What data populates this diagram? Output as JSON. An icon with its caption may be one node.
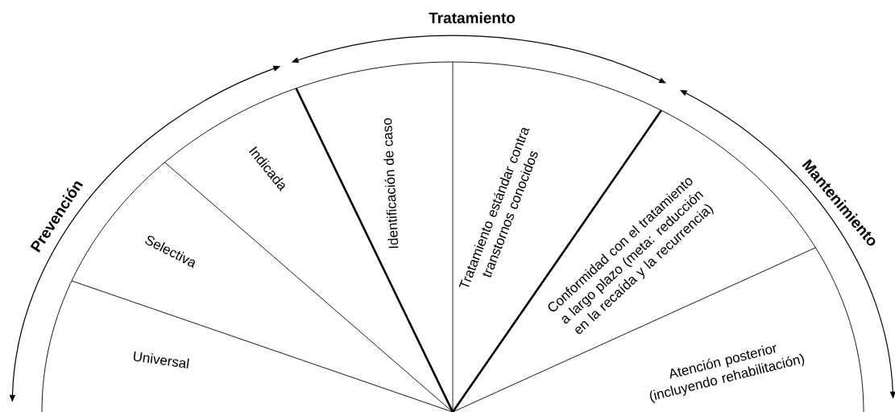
{
  "diagram": {
    "nodes": [
      {
        "text": [
          "Universal"
        ]
      },
      {
        "text": [
          "Selectiva"
        ]
      },
      {
        "text": [
          "Indicada"
        ]
      },
      {
        "text": [
          "Identificación de caso"
        ]
      },
      {
        "text": [
          "Tratamiento estándar contra transtornos conocidos"
        ]
      },
      {
        "text": [
          "Conformidad con el tratamiento a largo plazo (meta: reducción en la recaída y la recurrencia)"
        ]
      },
      {
        "text": [
          "Atención posterior (incluyendo rehabilitación)"
        ]
      }
    ],
    "labels": [
      "Tratamiento",
      "Prevención",
      "Mantenimiento"
    ]
  }
}
